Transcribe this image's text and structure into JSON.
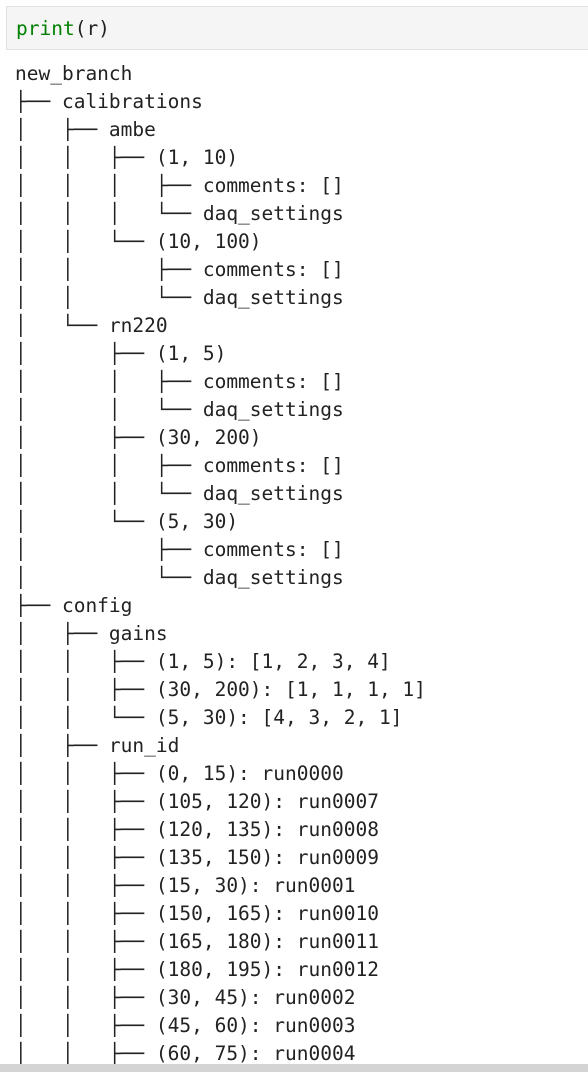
{
  "input_cell": {
    "func": "print",
    "args": "(r)"
  },
  "output": {
    "lines": [
      "new_branch",
      "├── calibrations",
      "│   ├── ambe",
      "│   │   ├── (1, 10)",
      "│   │   │   ├── comments: []",
      "│   │   │   └── daq_settings",
      "│   │   └── (10, 100)",
      "│   │       ├── comments: []",
      "│   │       └── daq_settings",
      "│   └── rn220",
      "│       ├── (1, 5)",
      "│       │   ├── comments: []",
      "│       │   └── daq_settings",
      "│       ├── (30, 200)",
      "│       │   ├── comments: []",
      "│       │   └── daq_settings",
      "│       └── (5, 30)",
      "│           ├── comments: []",
      "│           └── daq_settings",
      "├── config",
      "│   ├── gains",
      "│   │   ├── (1, 5): [1, 2, 3, 4]",
      "│   │   ├── (30, 200): [1, 1, 1, 1]",
      "│   │   └── (5, 30): [4, 3, 2, 1]",
      "│   ├── run_id",
      "│   │   ├── (0, 15): run0000",
      "│   │   ├── (105, 120): run0007",
      "│   │   ├── (120, 135): run0008",
      "│   │   ├── (135, 150): run0009",
      "│   │   ├── (15, 30): run0001",
      "│   │   ├── (150, 165): run0010",
      "│   │   ├── (165, 180): run0011",
      "│   │   ├── (180, 195): run0012",
      "│   │   ├── (30, 45): run0002",
      "│   │   ├── (45, 60): run0003",
      "│   │   ├── (60, 75): run0004"
    ]
  }
}
